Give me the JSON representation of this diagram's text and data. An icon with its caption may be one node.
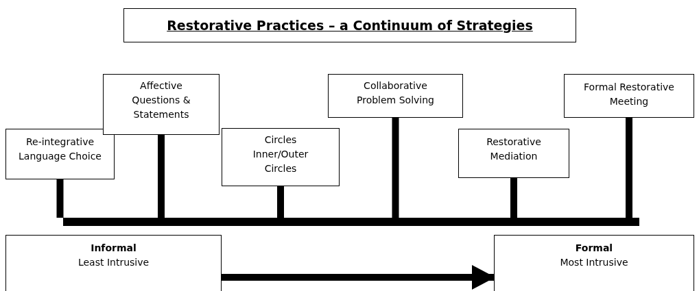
{
  "diagram": {
    "title": "Restorative Practices – a Continuum of Strategies",
    "nodes": [
      {
        "text": [
          "Re-integrative Language Choice"
        ]
      },
      {
        "text": [
          "Affective Questions & Statements"
        ]
      },
      {
        "text": [
          "Circles Inner/Outer Circles"
        ]
      },
      {
        "text": [
          "Collaborative Problem Solving"
        ]
      },
      {
        "text": [
          "Restorative Mediation"
        ]
      },
      {
        "text": [
          "Formal Restorative Meeting"
        ]
      },
      {
        "text": [],
        "shape": "bar"
      },
      {
        "text": [
          "Informal",
          "Least Intrusive"
        ]
      },
      {
        "text": [
          "Formal",
          "Most Intrusive"
        ]
      }
    ],
    "edges": [
      {
        "from": 0,
        "to": 6,
        "arrow": "none"
      },
      {
        "from": 1,
        "to": 6,
        "arrow": "none"
      },
      {
        "from": 2,
        "to": 6,
        "arrow": "none"
      },
      {
        "from": 3,
        "to": 6,
        "arrow": "none"
      },
      {
        "from": 4,
        "to": 6,
        "arrow": "none"
      },
      {
        "from": 5,
        "to": 6,
        "arrow": "none"
      },
      {
        "from": 7,
        "to": 8,
        "arrow": "to"
      }
    ]
  }
}
